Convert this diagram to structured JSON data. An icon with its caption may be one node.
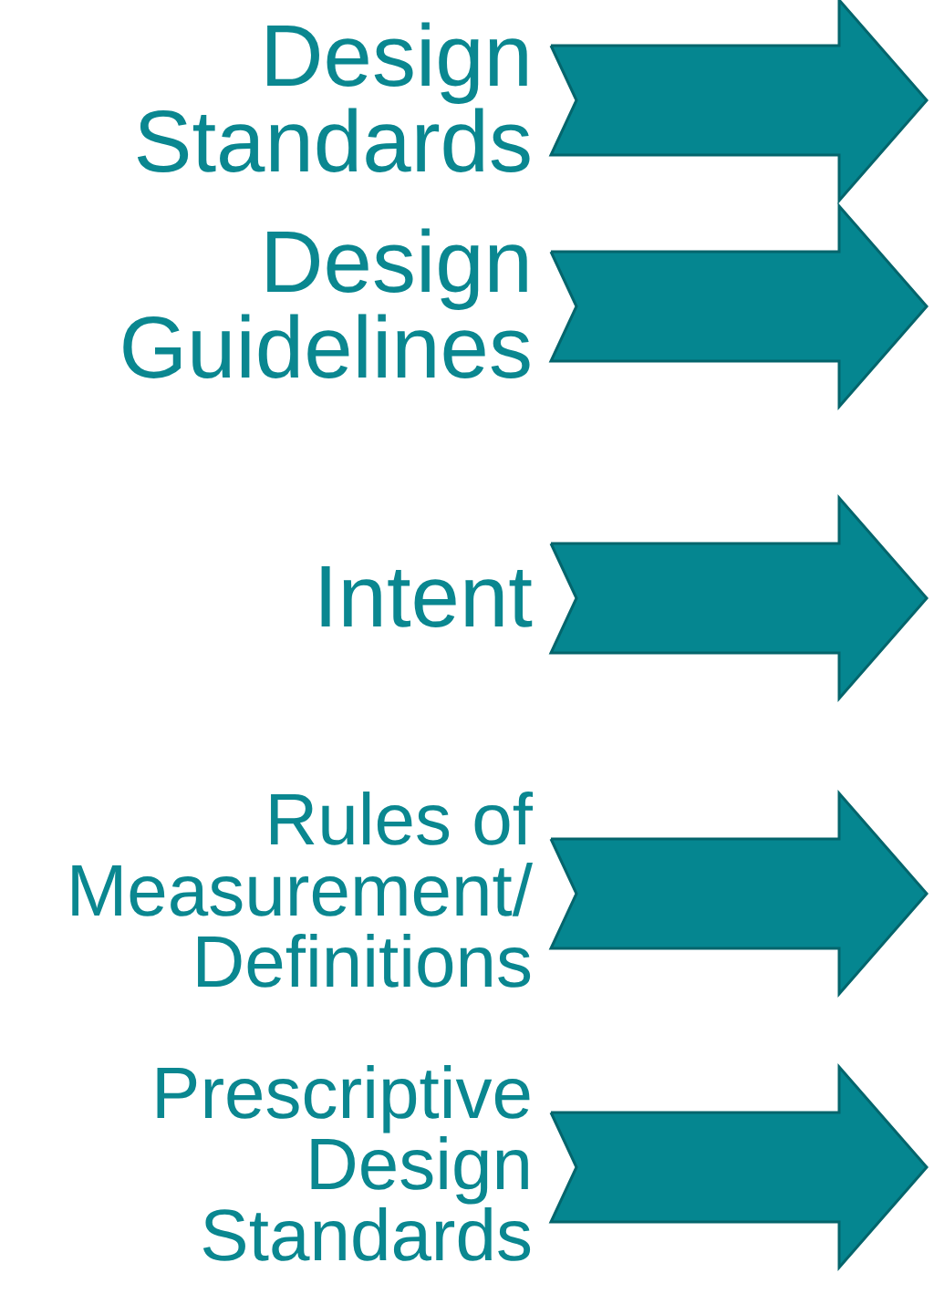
{
  "diagram": {
    "nodes": [
      {
        "text": [
          "Design Standards"
        ]
      },
      {
        "text": [
          "Design Guidelines"
        ]
      },
      {
        "text": [
          "Intent"
        ]
      },
      {
        "text": [
          "Rules of Measurement/ Definitions"
        ]
      },
      {
        "text": [
          "Prescriptive Design Standards"
        ]
      }
    ],
    "edges": [
      {
        "from": 0,
        "to": null,
        "arrow": "to"
      },
      {
        "from": 1,
        "to": null,
        "arrow": "to"
      },
      {
        "from": 2,
        "to": null,
        "arrow": "to"
      },
      {
        "from": 3,
        "to": null,
        "arrow": "to"
      },
      {
        "from": 4,
        "to": null,
        "arrow": "to"
      }
    ]
  }
}
